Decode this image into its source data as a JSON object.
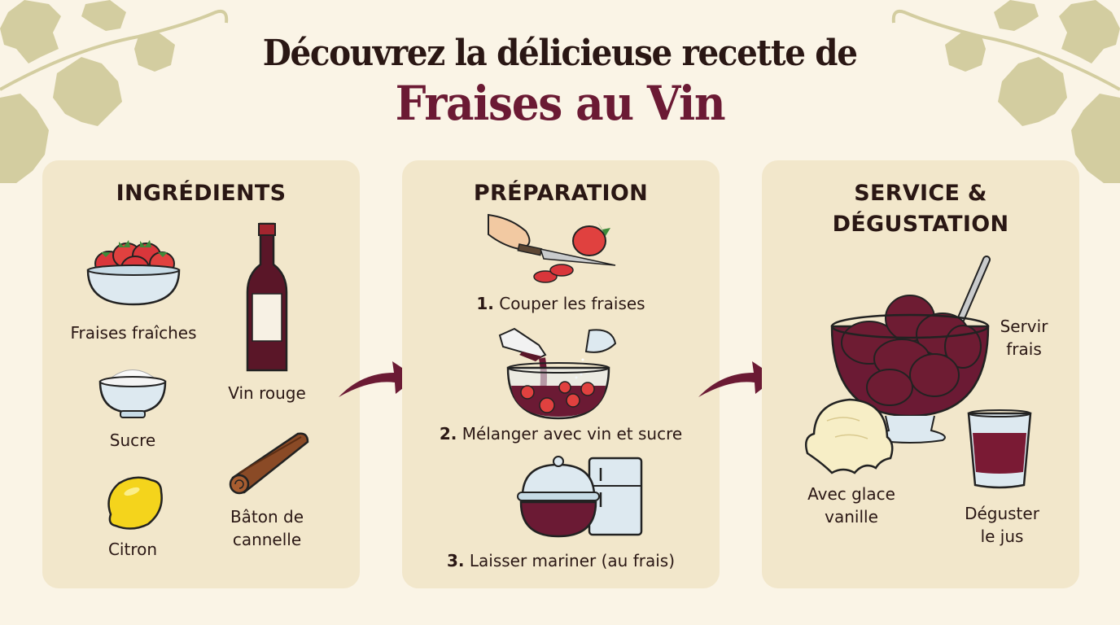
{
  "header": {
    "title_line1": "Découvrez la délicieuse recette de",
    "title_line2": "Fraises au Vin"
  },
  "colors": {
    "background": "#faf4e6",
    "panel": "#f2e7cb",
    "accent_wine": "#6b1a34",
    "text_dark": "#2a1714",
    "vine_leaf": "#d3cda0"
  },
  "panels": [
    {
      "title": "INGRÉDIENTS",
      "items": [
        {
          "label": "Fraises fraîches",
          "icon": "strawberry-bowl-icon"
        },
        {
          "label": "Vin rouge",
          "icon": "wine-bottle-icon"
        },
        {
          "label": "Sucre",
          "icon": "sugar-bowl-icon"
        },
        {
          "label": "Bâton de",
          "label2": "cannelle",
          "icon": "cinnamon-stick-icon"
        },
        {
          "label": "Citron",
          "icon": "lemon-icon"
        }
      ]
    },
    {
      "title": "PRÉPARATION",
      "steps": [
        {
          "number": "1.",
          "text": "Couper les fraises",
          "icon": "knife-cutting-strawberry-icon"
        },
        {
          "number": "2.",
          "text": "Mélanger avec vin et sucre",
          "icon": "mixing-bowl-icon"
        },
        {
          "number": "3.",
          "text": "Laisser mariner (au frais)",
          "icon": "covered-bowl-fridge-icon"
        }
      ]
    },
    {
      "title_line1": "SERVICE &",
      "title_line2": "DÉGUSTATION",
      "items": [
        {
          "label": "Servir",
          "label2": "frais",
          "icon": "dessert-bowl-spoon-icon"
        },
        {
          "label": "Avec glace",
          "label2": "vanille",
          "icon": "vanilla-ice-cream-icon"
        },
        {
          "label": "Déguster",
          "label2": "le jus",
          "icon": "glass-of-juice-icon"
        }
      ]
    }
  ]
}
